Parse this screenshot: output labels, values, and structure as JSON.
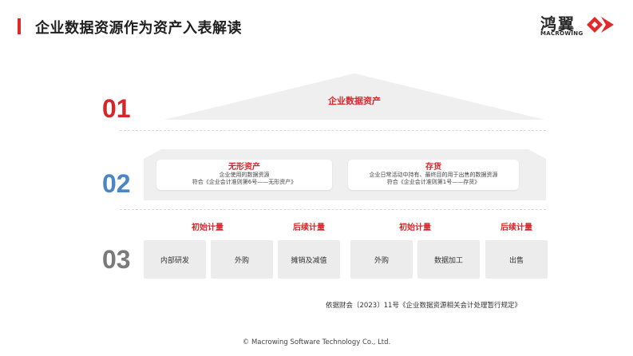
{
  "header": {
    "title": "企业数据资源作为资产入表解读",
    "logo_cn": "鸿翼",
    "logo_en": "MACROWING"
  },
  "rows": {
    "row1": {
      "num": "01",
      "label": "企业数据资产"
    },
    "row2": {
      "num": "02",
      "left": {
        "title": "无形资产",
        "line1": "企业使用的数据资源",
        "line2": "符合《企业会计准则第6号——无形资产》"
      },
      "right": {
        "title": "存货",
        "line1": "企业日常活动中持有、最终目的用于出售的数据资源",
        "line2": "符合《企业会计准则第1号——存货》"
      }
    },
    "row3": {
      "num": "03",
      "headers": [
        "初始计量",
        "后续计量",
        "初始计量",
        "后续计量"
      ],
      "leaves": [
        "内部研发",
        "外购",
        "摊销及减值",
        "外购",
        "数据加工",
        "出售"
      ]
    }
  },
  "source_note": "依据财会〔2023〕11号《企业数据资源相关会计处理暂行规定》",
  "footer": "© Macrowing Software Technology Co., Ltd.",
  "colors": {
    "accent_red": "#d6262b",
    "accent_blue": "#4a86c5",
    "gray_num": "#7a7a7a",
    "panel_gray": "#ececec"
  }
}
